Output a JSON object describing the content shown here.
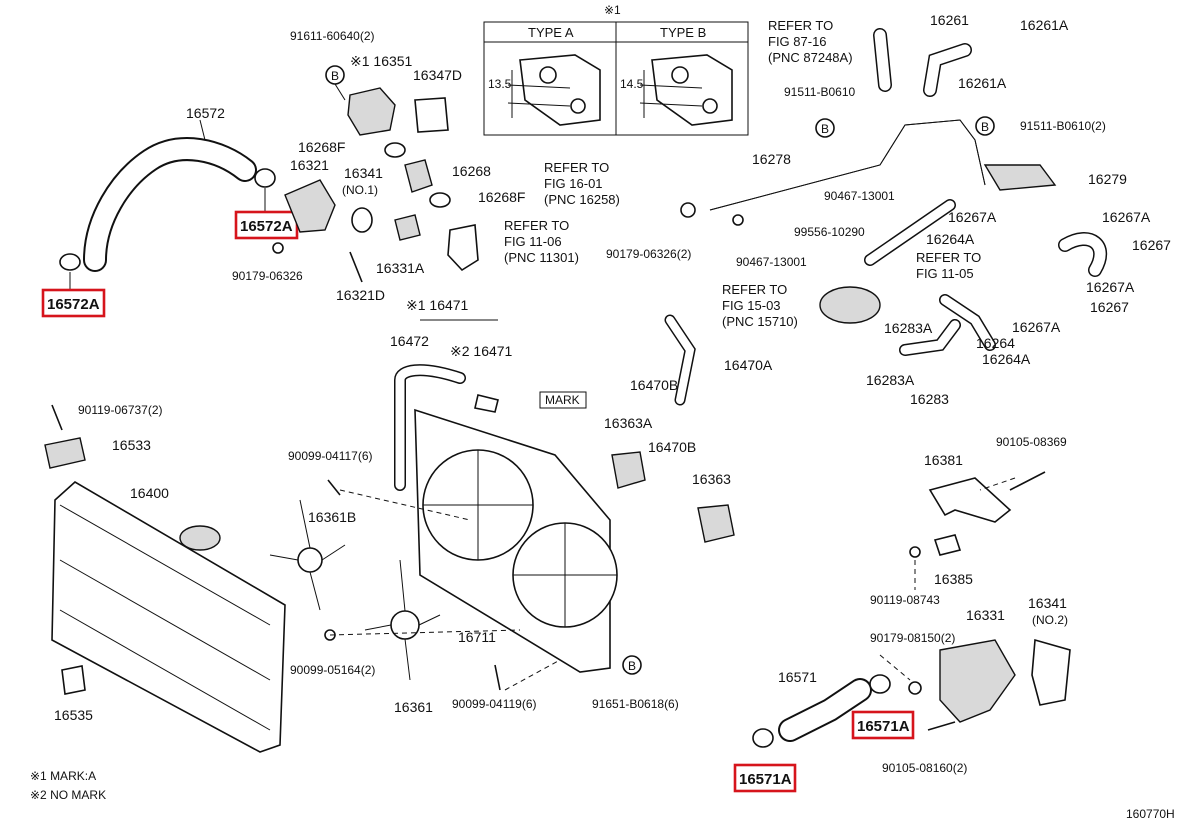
{
  "legend": {
    "note_1": "※1 MARK:A",
    "note_2": "※2 NO MARK"
  },
  "figure_code": "160770H",
  "inset": {
    "header": "※1",
    "type_a": "TYPE A",
    "type_b": "TYPE B",
    "dim_a": "13.5",
    "dim_b": "14.5"
  },
  "references": {
    "fig_87_16": [
      "REFER TO",
      "FIG 87-16",
      "(PNC 87248A)"
    ],
    "fig_16_01": [
      "REFER TO",
      "FIG 16-01",
      "(PNC 16258)"
    ],
    "fig_11_06": [
      "REFER TO",
      "FIG 11-06",
      "(PNC 11301)"
    ],
    "fig_11_05": [
      "REFER TO",
      "FIG 11-05"
    ],
    "fig_15_03": [
      "REFER TO",
      "FIG 15-03",
      "(PNC 15710)"
    ]
  },
  "mark_tag": "MARK",
  "bolt_marker": "B",
  "highlighted": [
    "16572A",
    "16572A",
    "16571A",
    "16571A"
  ],
  "labels": {
    "p91611": "91611-60640(2)",
    "p16351": "※1 16351",
    "p16347D": "16347D",
    "p16572": "16572",
    "p16268F_a": "16268F",
    "p16321": "16321",
    "p16341": "16341",
    "p16341_no1": "(NO.1)",
    "p16268": "16268",
    "p16268F_b": "16268F",
    "p90179_06326": "90179-06326",
    "p16331A": "16331A",
    "p16321D": "16321D",
    "p16261": "16261",
    "p16261A_a": "16261A",
    "p16261A_b": "16261A",
    "p91511_b0610": "91511-B0610",
    "p91511_b0610_2": "91511-B0610(2)",
    "p16278": "16278",
    "p16279": "16279",
    "p90467_13001_a": "90467-13001",
    "p90179_06326_2": "90179-06326(2)",
    "p99556": "99556-10290",
    "p16267A_a": "16267A",
    "p16267A_b": "16267A",
    "p16264A": "16264A",
    "p16267_a": "16267",
    "p90467_13001_b": "90467-13001",
    "p16267A_c": "16267A",
    "p16267_b": "16267",
    "p16283A_a": "16283A",
    "p16267A_d": "16267A",
    "p16264": "16264",
    "p16264A_b": "16264A",
    "p16283A_b": "16283A",
    "p16283": "16283",
    "p16471_top": "※1 16471",
    "p16472": "16472",
    "p16471_b": "※2 16471",
    "p16470A": "16470A",
    "p16470B_a": "16470B",
    "p16470B_b": "16470B",
    "p16363A": "16363A",
    "p16363": "16363",
    "p90119_06737": "90119-06737(2)",
    "p16533": "16533",
    "p16400": "16400",
    "p90099_04117": "90099-04117(6)",
    "p16361B": "16361B",
    "p16711": "16711",
    "p90099_05164": "90099-05164(2)",
    "p16361": "16361",
    "p90099_04119": "90099-04119(6)",
    "p91651": "91651-B0618(6)",
    "p16535": "16535",
    "p16381": "16381",
    "p90105_08369": "90105-08369",
    "p16385": "16385",
    "p90119_08743": "90119-08743",
    "p16331": "16331",
    "p16341_2": "16341",
    "p16341_no2": "(NO.2)",
    "p90179_08150": "90179-08150(2)",
    "p16571": "16571",
    "p90105_08160": "90105-08160(2)"
  }
}
